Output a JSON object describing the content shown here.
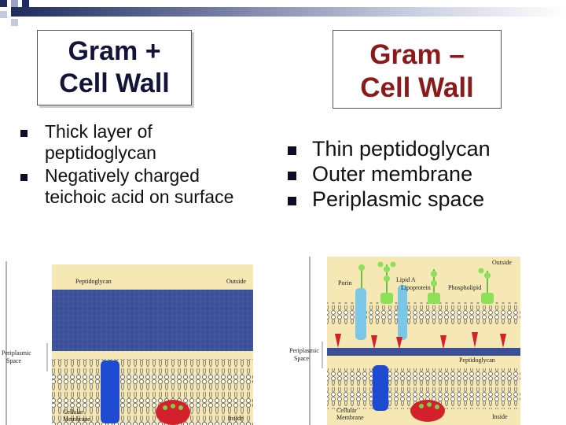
{
  "left_title": {
    "line1": "Gram +",
    "line2": "Cell Wall"
  },
  "right_title": {
    "line1": "Gram –",
    "line2": "Cell Wall"
  },
  "left_bullets": [
    "Thick layer of peptidoglycan",
    "Negatively charged teichoic acid on surface"
  ],
  "right_bullets": [
    "Thin peptidoglycan",
    "Outer membrane",
    "Periplasmic space"
  ],
  "colors": {
    "title_left": "#14143a",
    "title_right": "#8b1a1a",
    "peptidoglycan": "#3a4f96",
    "porin": "#7cc6e8",
    "lipid_a": "#8ee05a",
    "protein_red": "#d4202a",
    "membrane_protein_blue": "#1f4bd0",
    "background_panel": "#f5e8b5"
  },
  "figure_left": {
    "peptidoglycan": "Peptidoglycan",
    "outside": "Outside",
    "periplasmic_1": "Periplasmic",
    "periplasmic_2": "Space",
    "cellular": "Cellular",
    "membrane": "Membrane",
    "inside": "Inside"
  },
  "figure_right": {
    "outside": "Outside",
    "porin": "Porin",
    "lipid_a": "Lipid A",
    "lipoprotein": "Lipoprotein",
    "phospholipid": "Phospholipid",
    "periplasmic_1": "Periplasmic",
    "periplasmic_2": "Space",
    "peptidoglycan": "Peptidoglycan",
    "cellular": "Cellular",
    "membrane": "Membrane",
    "inside": "Inside"
  }
}
